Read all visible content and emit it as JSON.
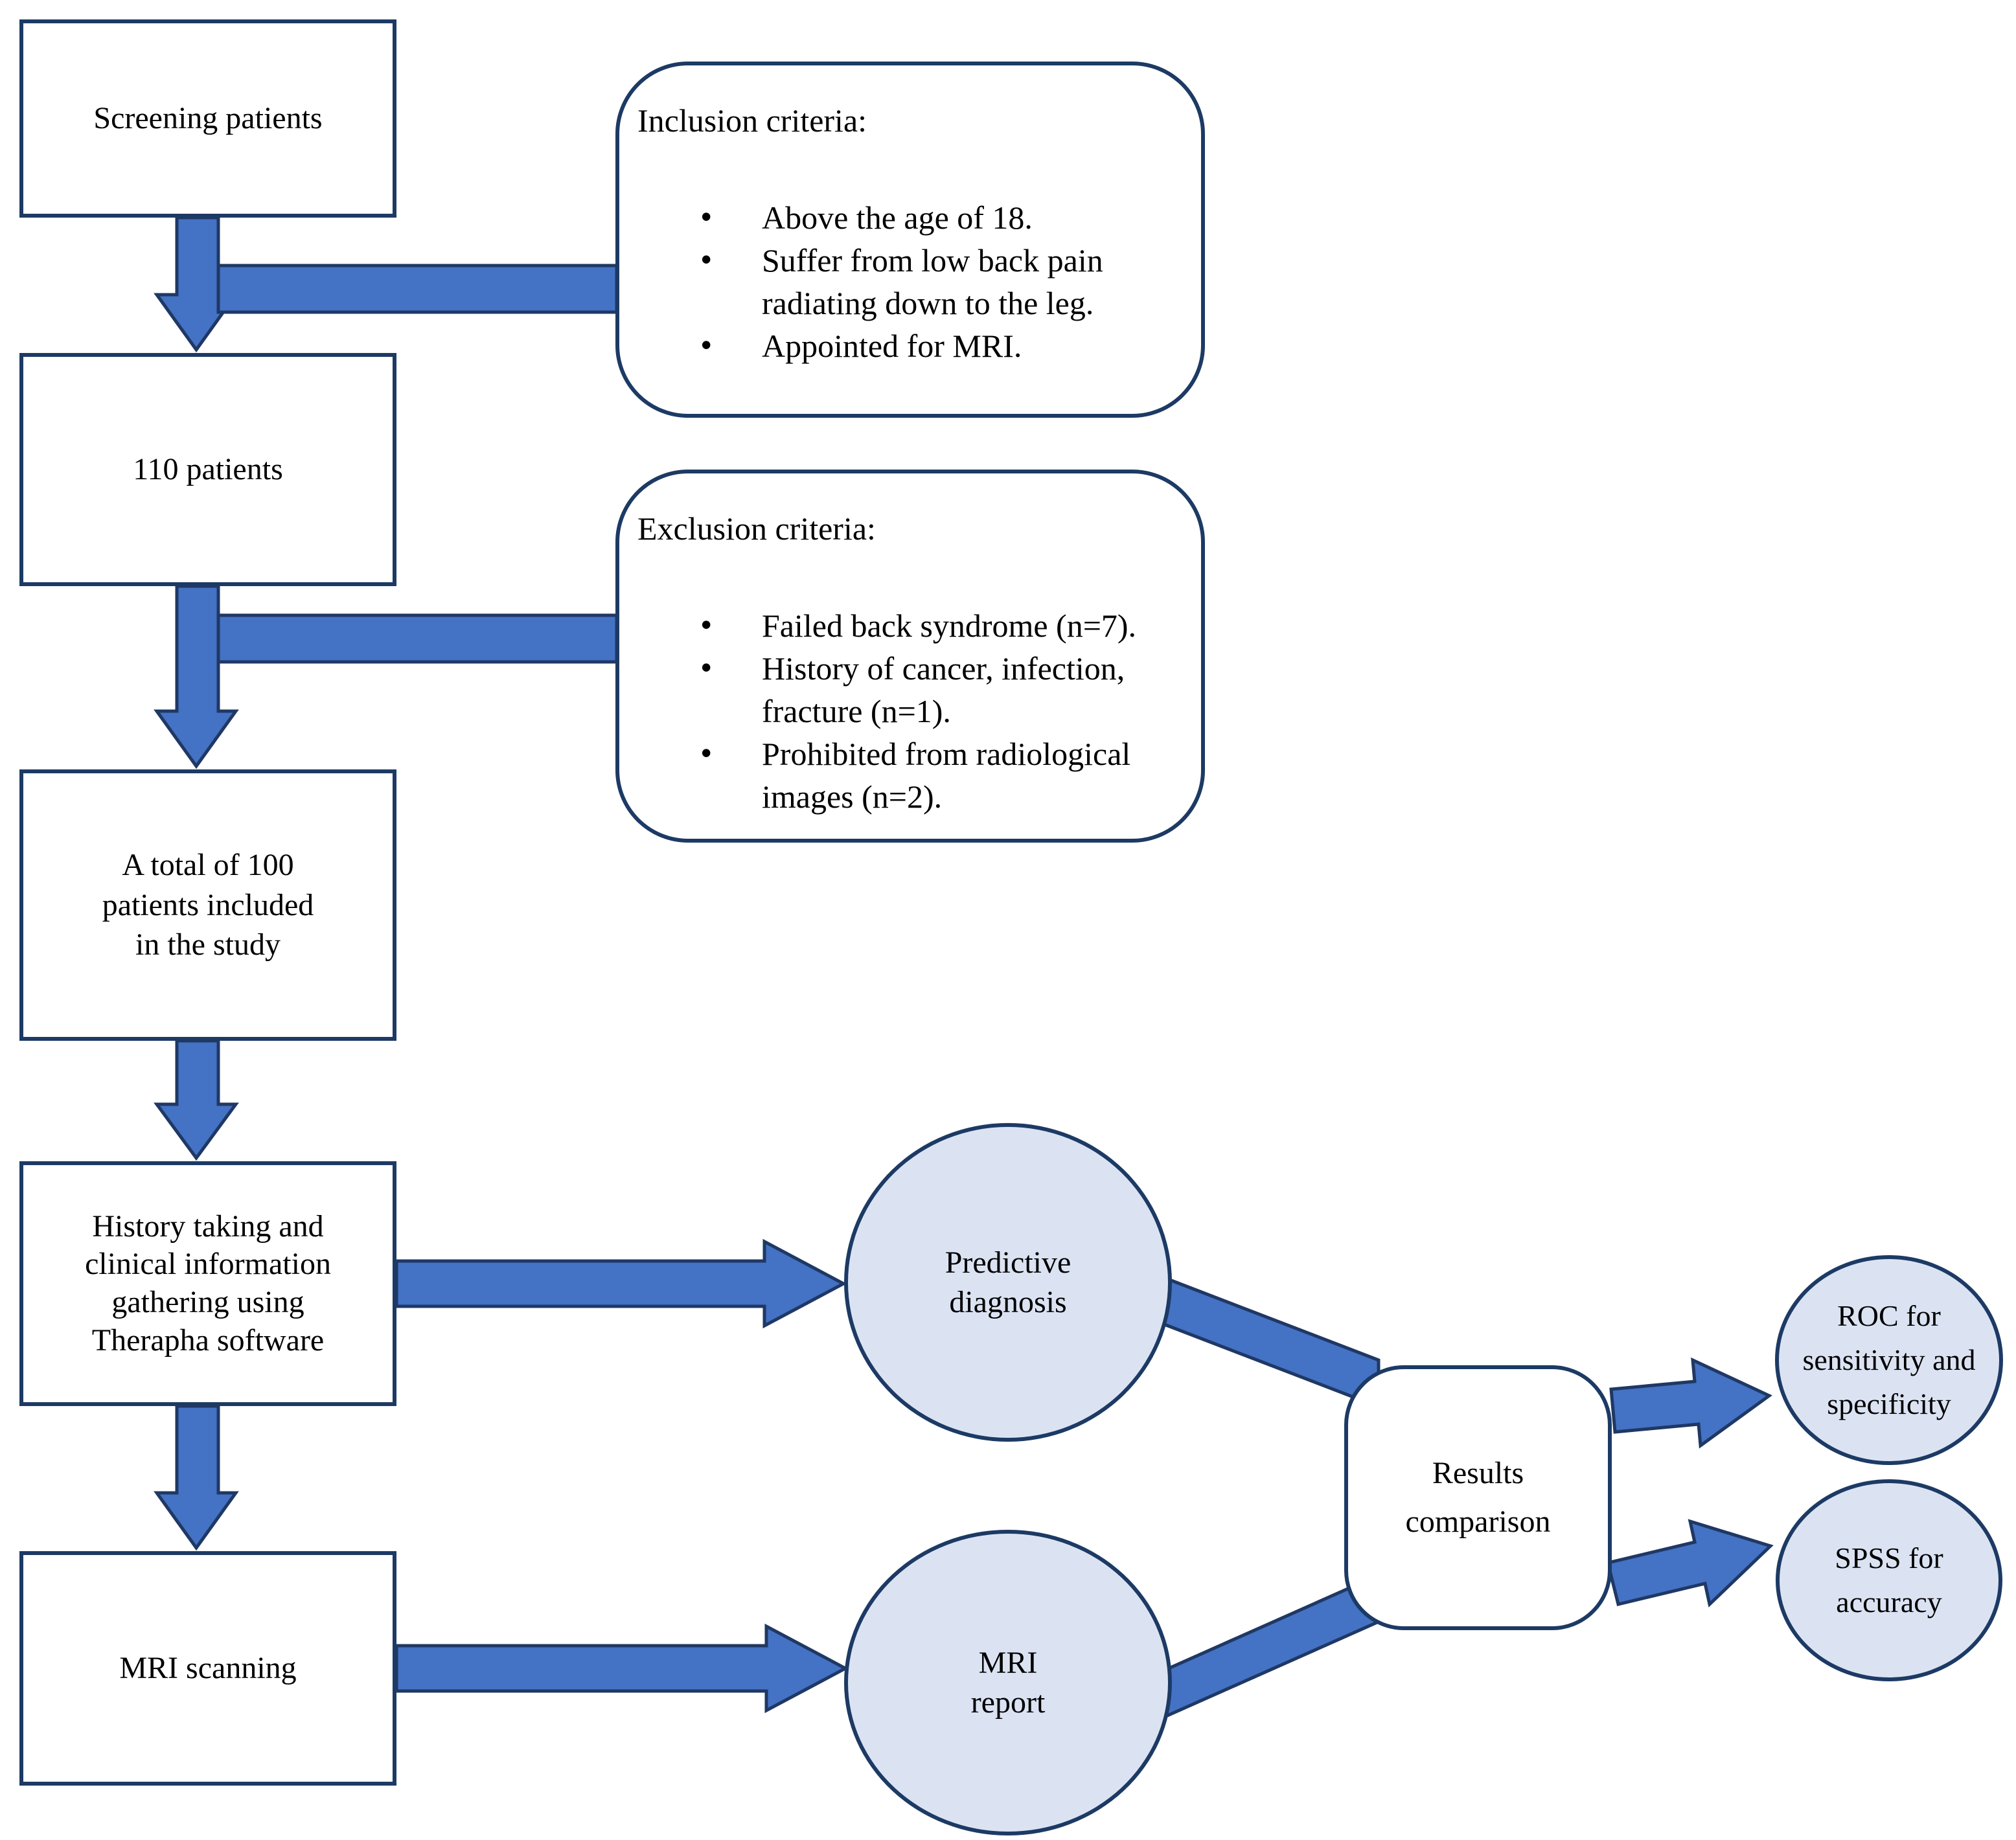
{
  "nodes": {
    "screening": {
      "label": "Screening patients"
    },
    "patients_110": {
      "label": "110 patients"
    },
    "total_100": {
      "lines": [
        "A total of 100",
        "patients included",
        "in the study"
      ]
    },
    "history": {
      "lines": [
        "History taking and",
        "clinical information",
        "gathering using",
        "Therapha software"
      ]
    },
    "mri_scanning": {
      "label": "MRI scanning"
    },
    "predictive": {
      "lines": [
        "Predictive",
        "diagnosis"
      ]
    },
    "mri_report": {
      "lines": [
        "MRI",
        "report"
      ]
    },
    "results": {
      "lines": [
        "Results",
        "comparison"
      ]
    },
    "roc": {
      "lines": [
        "ROC for",
        "sensitivity and",
        "specificity"
      ]
    },
    "spss": {
      "lines": [
        "SPSS for",
        "accuracy"
      ]
    }
  },
  "inclusion": {
    "title": "Inclusion criteria:",
    "bullets": [
      "Above the age of 18.",
      "Suffer from low back pain radiating down to the leg.",
      "Appointed for MRI."
    ]
  },
  "exclusion": {
    "title": "Exclusion criteria:",
    "bullets": [
      "Failed back syndrome (n=7).",
      "History of cancer, infection, fracture (n=1).",
      "Prohibited from radiological images (n=2)."
    ]
  },
  "colors": {
    "arrow_fill": "#4472c4",
    "arrow_stroke": "#1f3864",
    "node_border": "#1c3a64",
    "circle_fill": "#dbe3f3",
    "text": "#000000",
    "background": "#ffffff"
  }
}
